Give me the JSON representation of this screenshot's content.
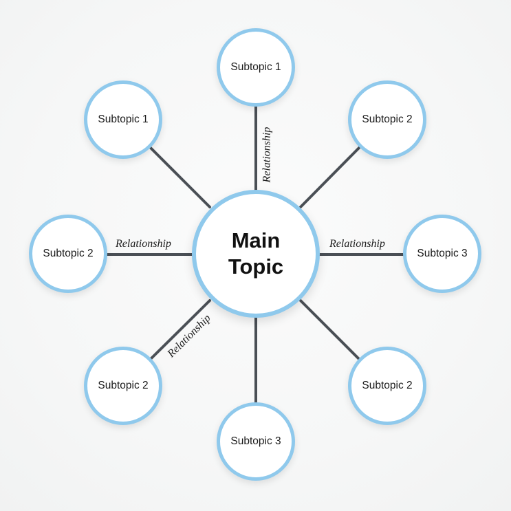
{
  "main_topic": {
    "label": "Main\nTopic"
  },
  "subtopics": {
    "top": "Subtopic 1",
    "top_left": "Subtopic 1",
    "top_right": "Subtopic 2",
    "left": "Subtopic 2",
    "right": "Subtopic 3",
    "bottom_left": "Subtopic 2",
    "bottom": "Subtopic 3",
    "bottom_right": "Subtopic 2"
  },
  "relationships": {
    "top": "Relationship",
    "left": "Relationship",
    "right": "Relationship",
    "bottom_left": "Relationship"
  },
  "colors": {
    "node_border": "#8fc9ec",
    "connector": "#4a4f55"
  }
}
